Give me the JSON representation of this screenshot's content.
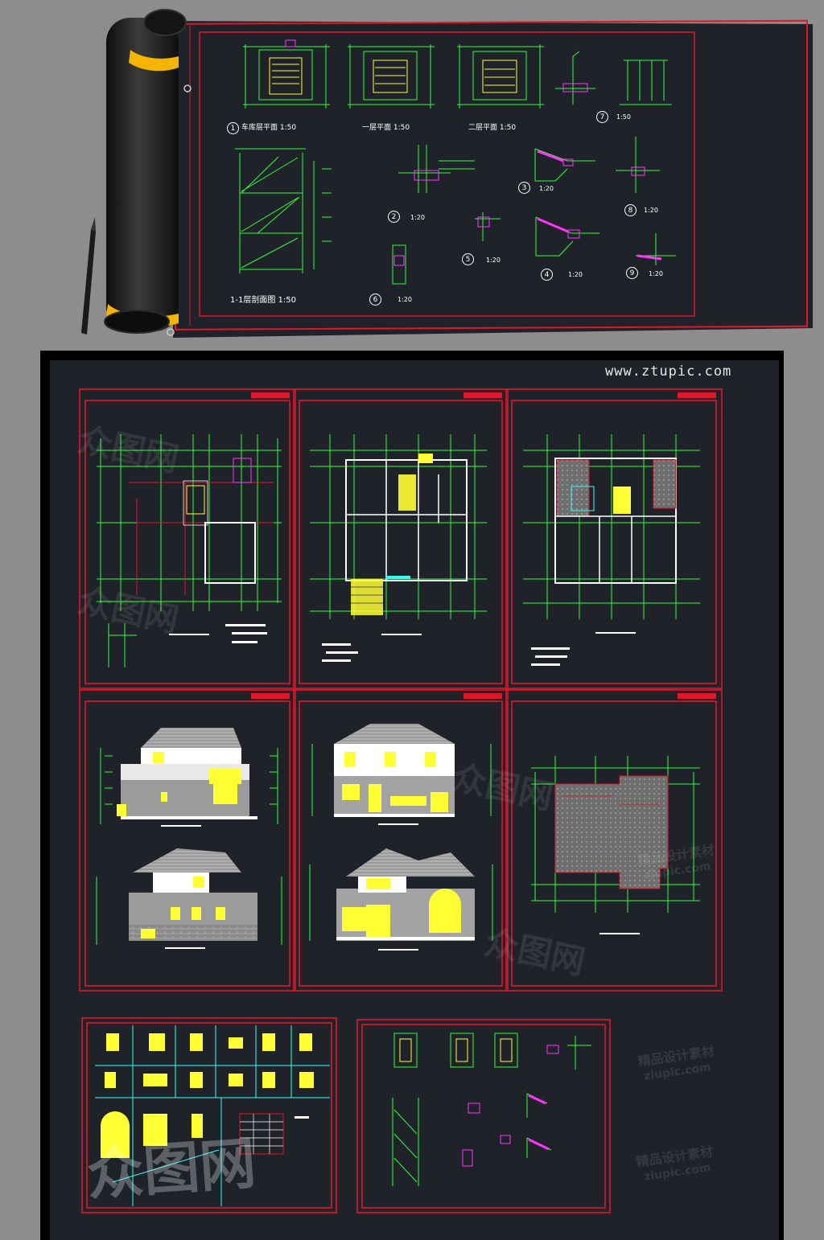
{
  "colors": {
    "background": "#8d8d8d",
    "sheet": "#1f2329",
    "frame_red": "#e0162b",
    "drawing_green": "#2bff3b",
    "highlight_yellow": "#ffff33",
    "accent_magenta": "#ff33ff",
    "roll_band": "#f5b400"
  },
  "top_sheet": {
    "plan_labels": [
      "车库层平面  1:50",
      "一层平面  1:50",
      "二层平面  1:50"
    ],
    "section_label": "1-1层剖面图  1:50",
    "detail_numbers": [
      "1",
      "2",
      "3",
      "4",
      "5",
      "6",
      "7",
      "8",
      "9"
    ],
    "detail_scale": "1:20"
  },
  "main_sheet": {
    "site_url": "www.ztupic.com",
    "panels": [
      "floor-plan-garage",
      "floor-plan-first",
      "floor-plan-second",
      "elevations-a",
      "elevations-b",
      "roof-plan",
      "window-schedule",
      "stair-details"
    ]
  },
  "watermark": {
    "brand": "众图网",
    "tagline": "精品设计素材",
    "domain": "ziupic.com"
  }
}
